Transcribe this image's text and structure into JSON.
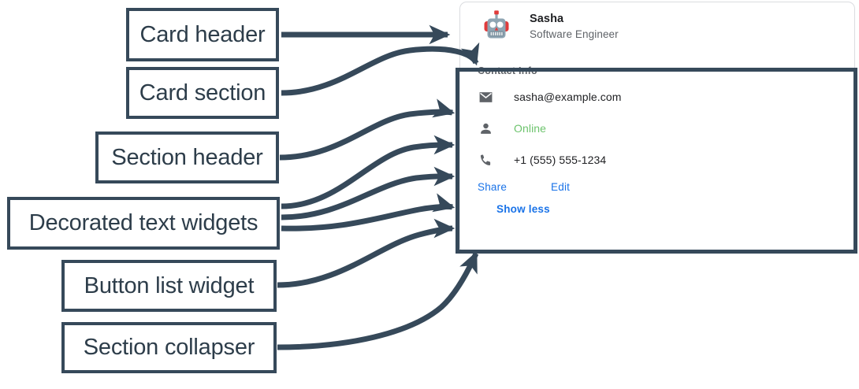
{
  "annotations": {
    "boxes": [
      {
        "id": "card-header",
        "label": "Card header"
      },
      {
        "id": "card-section",
        "label": "Card section"
      },
      {
        "id": "section-header",
        "label": "Section header"
      },
      {
        "id": "decorated-text",
        "label": "Decorated text widgets"
      },
      {
        "id": "button-list",
        "label": "Button list widget"
      },
      {
        "id": "section-collapser",
        "label": "Section collapser"
      }
    ],
    "stroke_color": "#36495a",
    "text_color": "#2d3d4a"
  },
  "card": {
    "border_color": "#dadce0",
    "header": {
      "avatar_icon": "robot-avatar-icon",
      "name": "Sasha",
      "subtitle": "Software Engineer"
    },
    "section": {
      "header": "Contact Info",
      "rows": [
        {
          "icon": "email-icon",
          "text": "sasha@example.com",
          "status": false
        },
        {
          "icon": "person-icon",
          "text": "Online",
          "status": true
        },
        {
          "icon": "phone-icon",
          "text": "+1 (555) 555-1234",
          "status": false
        }
      ],
      "status_color": "#6cc36c",
      "buttons": [
        {
          "label": "Share"
        },
        {
          "label": "Edit"
        }
      ],
      "collapser": {
        "label": "Show less"
      },
      "link_color": "#1a73e8"
    }
  }
}
